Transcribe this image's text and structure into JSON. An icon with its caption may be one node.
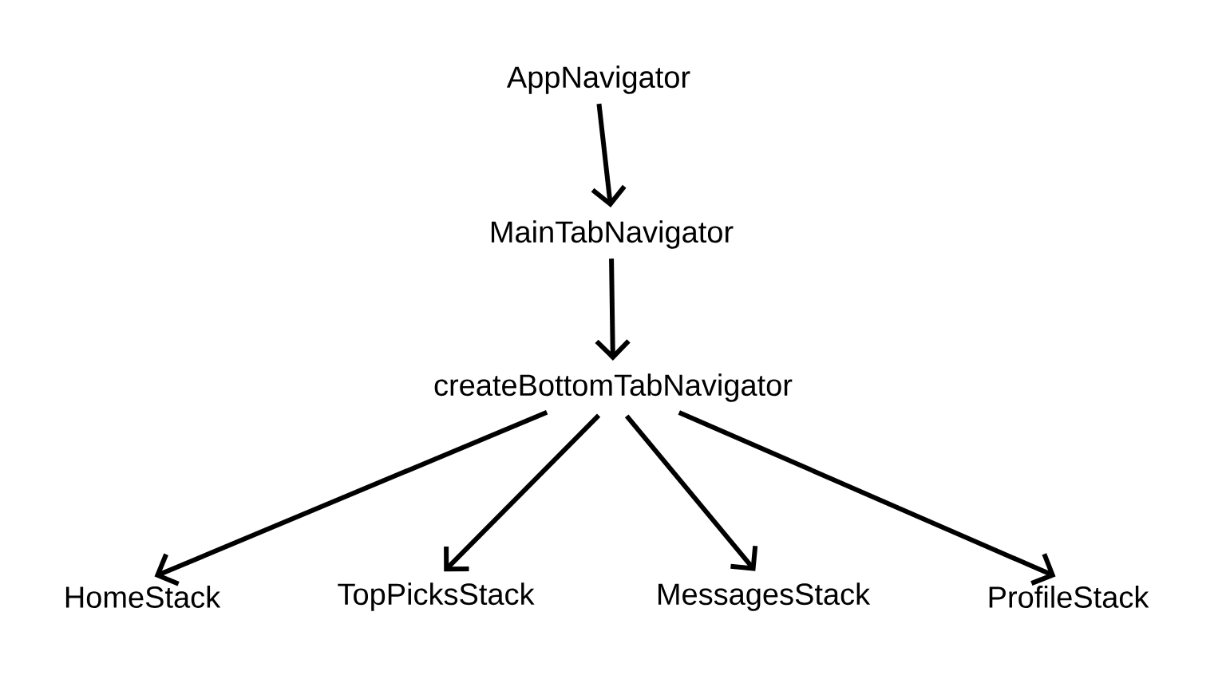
{
  "diagram": {
    "nodes": [
      {
        "text": [
          "AppNavigator"
        ]
      },
      {
        "text": [
          "MainTabNavigator"
        ]
      },
      {
        "text": [
          "createBottomTabNavigator"
        ]
      },
      {
        "text": [
          "HomeStack"
        ]
      },
      {
        "text": [
          "TopPicksStack"
        ]
      },
      {
        "text": [
          "MessagesStack"
        ]
      },
      {
        "text": [
          "ProfileStack"
        ]
      }
    ],
    "edges": [
      {
        "from": 0,
        "to": 1,
        "arrow": "to"
      },
      {
        "from": 1,
        "to": 2,
        "arrow": "to"
      },
      {
        "from": 2,
        "to": 3,
        "arrow": "to"
      },
      {
        "from": 2,
        "to": 4,
        "arrow": "to"
      },
      {
        "from": 2,
        "to": 5,
        "arrow": "to"
      },
      {
        "from": 2,
        "to": 6,
        "arrow": "to"
      }
    ]
  }
}
